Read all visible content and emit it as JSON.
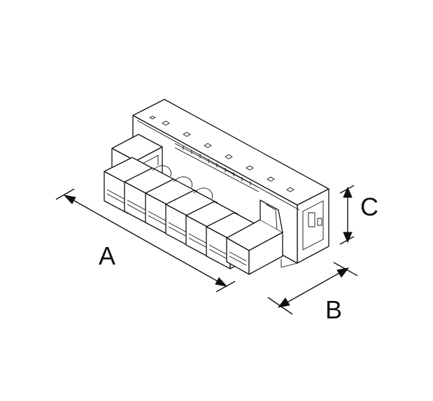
{
  "diagram": {
    "labels": {
      "length": "A",
      "depth": "B",
      "height": "C"
    },
    "colors": {
      "line": "#111111",
      "background": "#ffffff"
    },
    "connector": {
      "position_count": 8
    }
  }
}
